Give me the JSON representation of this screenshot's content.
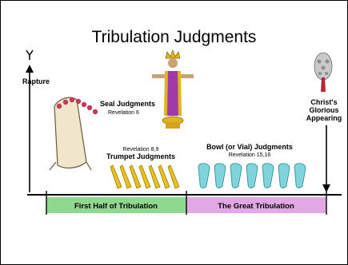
{
  "slide": {
    "title": "Tribulation Judgments"
  },
  "diagram": {
    "rapture_label": "Rapture",
    "seal": {
      "title": "Seal Judgments",
      "ref": "Revelation 6"
    },
    "trumpet": {
      "ref": "Revelation 8,9",
      "title": "Trumpet Judgments"
    },
    "bowl": {
      "title": "Bowl (or Vial) Judgments",
      "ref": "Revelation 15,16"
    },
    "appearing": {
      "line1": "Christ's",
      "line2": "Glorious",
      "line3": "Appearing"
    },
    "timeline": {
      "first_half_label": "First Half of Tribulation",
      "second_half_label": "The Great Tribulation",
      "first_half_color": "#90d890",
      "second_half_color": "#e2a8e6"
    }
  }
}
